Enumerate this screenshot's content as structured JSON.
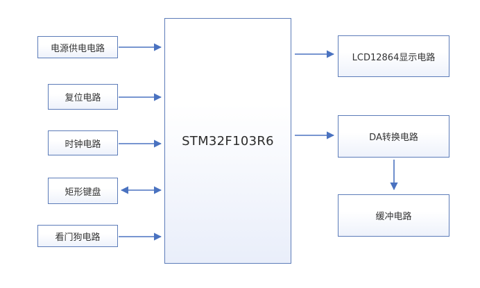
{
  "mcu": {
    "label": "STM32F103R6"
  },
  "inputs": [
    {
      "label": "电源供电电路"
    },
    {
      "label": "复位电路"
    },
    {
      "label": "时钟电路"
    },
    {
      "label": "矩形键盘"
    },
    {
      "label": "看门狗电路"
    }
  ],
  "outputs": {
    "lcd": {
      "label": "LCD12864显示电路"
    },
    "da": {
      "label": "DA转换电路"
    },
    "buffer": {
      "label": "缓冲电路"
    }
  },
  "colors": {
    "line": "#4a72c0",
    "border": "#5b7bb8"
  }
}
